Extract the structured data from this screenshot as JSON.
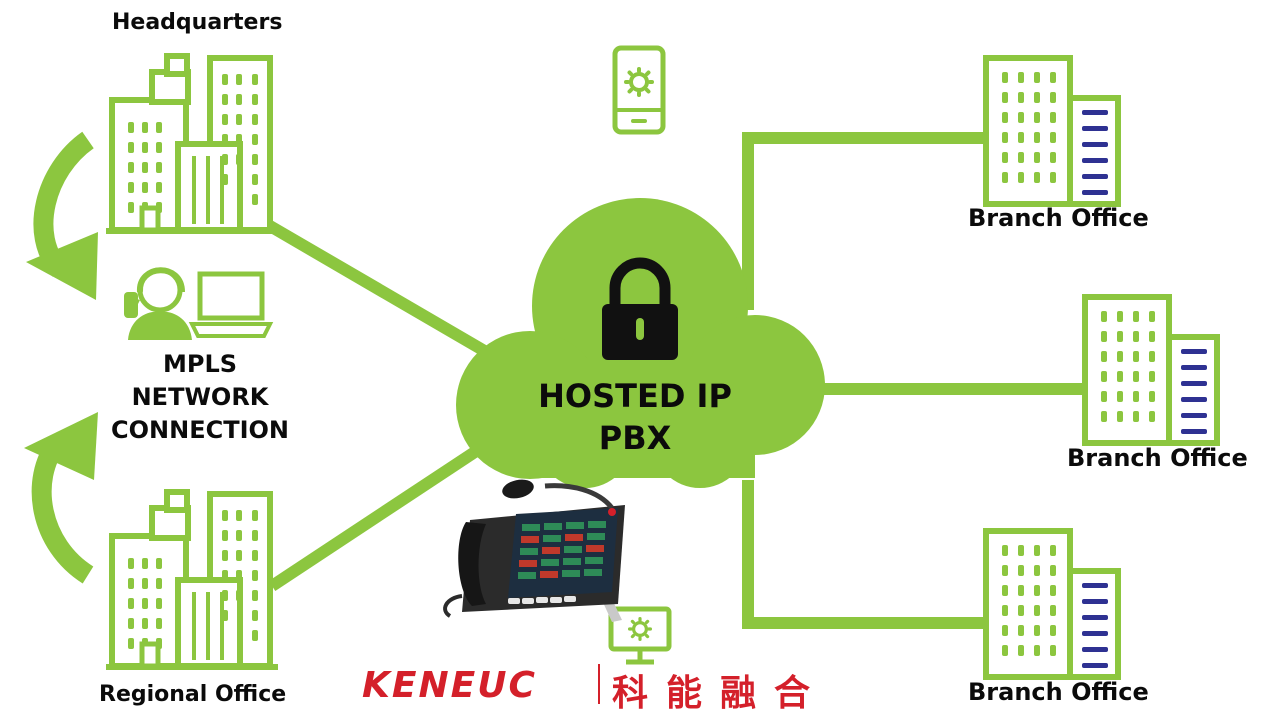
{
  "nodes": {
    "headquarters": "Headquarters",
    "regional_office": "Regional Office",
    "branch_office_1": "Branch Office",
    "branch_office_2": "Branch Office",
    "branch_office_3": "Branch Office",
    "mpls_line1": "MPLS",
    "mpls_line2": "NETWORK",
    "mpls_line3": "CONNECTION",
    "cloud_line1": "HOSTED IP",
    "cloud_line2": "PBX"
  },
  "brand": {
    "name": "KENEUC",
    "chinese": "科能融合"
  },
  "colors": {
    "accent_green": "#8cc63f",
    "brand_red": "#d4202a",
    "window_blue": "#2e3192",
    "text": "#0b0b0b"
  },
  "icons": [
    "building-icon",
    "lock-icon",
    "smartphone-gear-icon",
    "monitor-gear-icon",
    "operator-headset-icon",
    "laptop-icon",
    "ip-desk-phone-icon",
    "curved-arrow-icon"
  ]
}
